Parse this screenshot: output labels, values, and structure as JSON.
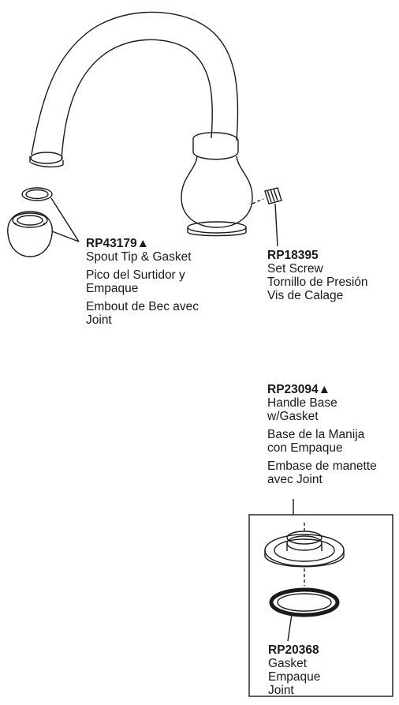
{
  "parts": {
    "spout_tip": {
      "part_number": "RP43179▲",
      "lines_en": [
        "Spout Tip & Gasket"
      ],
      "lines_es": [
        "Pico del Surtidor y",
        "Empaque"
      ],
      "lines_fr": [
        "Embout de Bec avec",
        "Joint"
      ]
    },
    "set_screw": {
      "part_number": "RP18395",
      "lines": [
        "Set Screw",
        "Tornillo de Presión",
        "Vis de Calage"
      ]
    },
    "handle_base": {
      "part_number": "RP23094▲",
      "lines_en": [
        "Handle Base",
        "w/Gasket"
      ],
      "lines_es": [
        "Base de la Manija",
        "con Empaque"
      ],
      "lines_fr": [
        "Embase de manette",
        "avec Joint"
      ]
    },
    "gasket": {
      "part_number": "RP20368",
      "lines": [
        "Gasket",
        "Empaque",
        "Joint"
      ]
    }
  }
}
